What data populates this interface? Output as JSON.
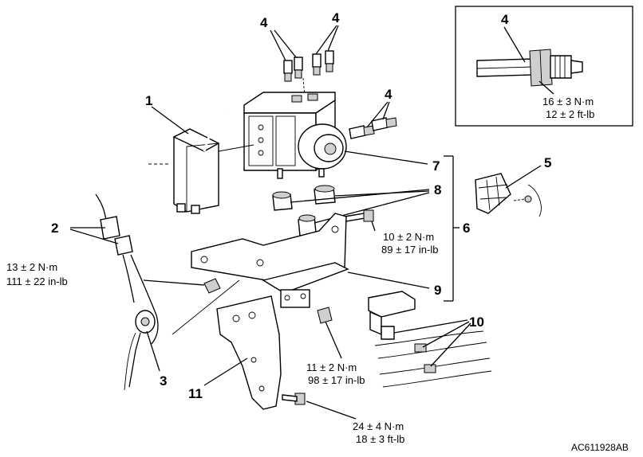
{
  "callouts": {
    "c1": "1",
    "c2": "2",
    "c3": "3",
    "c4a": "4",
    "c4b": "4",
    "c4c": "4",
    "c4d": "4",
    "c5": "5",
    "c6": "6",
    "c7": "7",
    "c8": "8",
    "c9": "9",
    "c10": "10",
    "c11": "11"
  },
  "torques": {
    "inset": [
      "16 ± 3 N·m",
      "12 ± 2 ft-lb"
    ],
    "bracket_bolt": [
      "10 ± 2 N·m",
      "89 ± 17 in-lb"
    ],
    "left_nut": [
      "13 ± 2 N·m",
      "111 ± 22 in-lb"
    ],
    "lower_nut": [
      "11 ± 2 N·m",
      "98 ± 17 in-lb"
    ],
    "bottom_bolt": [
      "24 ± 4 N·m",
      "18 ± 3 ft-lb"
    ]
  },
  "figure_code": "AC611928AB"
}
